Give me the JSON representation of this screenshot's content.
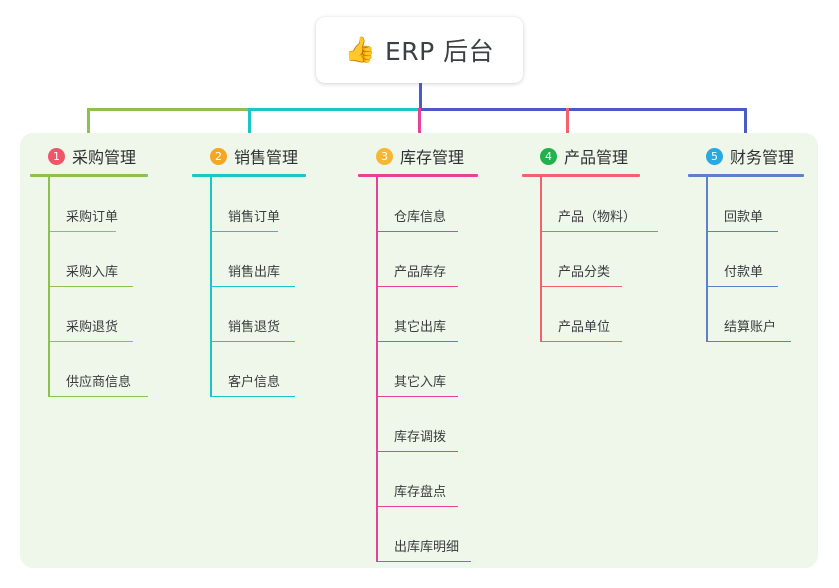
{
  "title": {
    "emoji": "👍",
    "emoji_name": "thumbs-up-emoji",
    "text": "ERP 后台"
  },
  "colors": {
    "panel_bg": "#eef7e9",
    "page_bg": "#ffffff",
    "trunk_blue": "#4a5bc4",
    "branch_green": "#7fbf4d",
    "branch_teal": "#14c2bd",
    "branch_pink": "#e8419a",
    "branch_red": "#f2626c",
    "branch_blue": "#4a5bc4",
    "title_text": "#3c4043"
  },
  "columns": [
    {
      "index": "1",
      "title": "采购管理",
      "badge_color": "#f0566a",
      "line_color": "#8cc152",
      "rule_width": 118,
      "items": [
        {
          "label": "采购订单",
          "rule_width": 68
        },
        {
          "label": "采购入库",
          "rule_width": 85
        },
        {
          "label": "采购退货",
          "rule_width": 85
        },
        {
          "label": "供应商信息",
          "rule_width": 100
        }
      ]
    },
    {
      "index": "2",
      "title": "销售管理",
      "badge_color": "#f5a623",
      "line_color": "#19c8c2",
      "rule_width": 114,
      "items": [
        {
          "label": "销售订单",
          "rule_width": 68
        },
        {
          "label": "销售出库",
          "rule_width": 85
        },
        {
          "label": "销售退货",
          "rule_width": 85
        },
        {
          "label": "客户信息",
          "rule_width": 85
        }
      ]
    },
    {
      "index": "3",
      "title": "库存管理",
      "badge_color": "#f7b731",
      "line_color": "#e8419a",
      "rule_width": 120,
      "items": [
        {
          "label": "仓库信息",
          "rule_width": 82
        },
        {
          "label": "产品库存",
          "rule_width": 82
        },
        {
          "label": "其它出库",
          "rule_width": 82
        },
        {
          "label": "其它入库",
          "rule_width": 82
        },
        {
          "label": "库存调拨",
          "rule_width": 82
        },
        {
          "label": "库存盘点",
          "rule_width": 82
        },
        {
          "label": "出库库明细",
          "rule_width": 95
        }
      ]
    },
    {
      "index": "4",
      "title": "产品管理",
      "badge_color": "#22b14c",
      "line_color": "#f2626c",
      "rule_width": 118,
      "items": [
        {
          "label": "产品（物料）",
          "rule_width": 118
        },
        {
          "label": "产品分类",
          "rule_width": 82
        },
        {
          "label": "产品单位",
          "rule_width": 82
        }
      ]
    },
    {
      "index": "5",
      "title": "财务管理",
      "badge_color": "#29a9e1",
      "line_color": "#5b82c8",
      "rule_width": 116,
      "items": [
        {
          "label": "回款单",
          "rule_width": 72
        },
        {
          "label": "付款单",
          "rule_width": 72
        },
        {
          "label": "结算账户",
          "rule_width": 85
        }
      ]
    }
  ]
}
